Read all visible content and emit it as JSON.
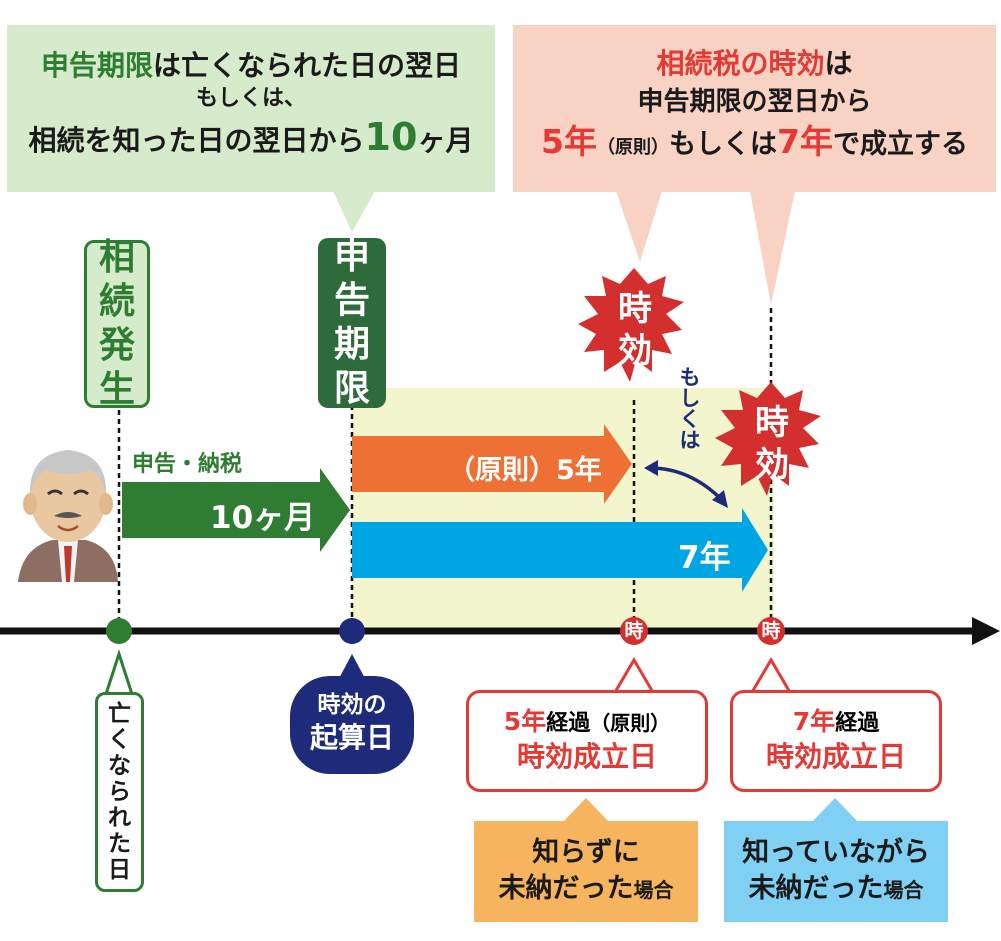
{
  "top_left": {
    "l1_a": "申告期限",
    "l1_b": "は亡くなられた日の翌日",
    "l2": "もしくは、",
    "l3_a": "相続を知った日の翌日から",
    "l3_b": "10",
    "l3_c": "ヶ月"
  },
  "top_right": {
    "l1_a": "相続税の時効",
    "l1_b": "は",
    "l2": "申告期限の翌日から",
    "l3_a": "5年",
    "l3_b": "（原則）",
    "l3_c": "もしくは",
    "l3_d": "7年",
    "l3_e": "で成立する"
  },
  "tags": {
    "inheritance": [
      "相",
      "続",
      "発",
      "生"
    ],
    "deadline": [
      "申",
      "告",
      "期",
      "限"
    ]
  },
  "arrows": {
    "filing_label": "申告・納税",
    "ten_months": "10ヶ月",
    "five_years": "（原則）5年",
    "seven_years": "7年",
    "or_label": "もしくは"
  },
  "bursts": {
    "burst1": [
      "時",
      "効"
    ],
    "burst2": [
      "時",
      "効"
    ]
  },
  "timeline": {
    "marker_char": "時",
    "death_label": [
      "亡",
      "く",
      "な",
      "ら",
      "れ",
      "た",
      "日"
    ],
    "origin_label_l1": "時効の",
    "origin_label_l2": "起算日"
  },
  "callouts": {
    "five": {
      "l1_a": "5年",
      "l1_b": "経過",
      "l1_c": "（原則）",
      "l2": "時効成立日"
    },
    "seven": {
      "l1_a": "7年",
      "l1_b": "経過",
      "l2": "時効成立日"
    }
  },
  "bottom": {
    "unknown_l1": "知らずに",
    "unknown_l2_a": "未納だった",
    "unknown_l2_b": "場合",
    "known_l1": "知っていながら",
    "known_l2_a": "未納だった",
    "known_l2_b": "場合"
  },
  "colors": {
    "green": "#2e7d32",
    "red": "#e53935",
    "orange": "#ee7035",
    "cyan": "#00a5e3",
    "navy": "#1e2a7a"
  }
}
